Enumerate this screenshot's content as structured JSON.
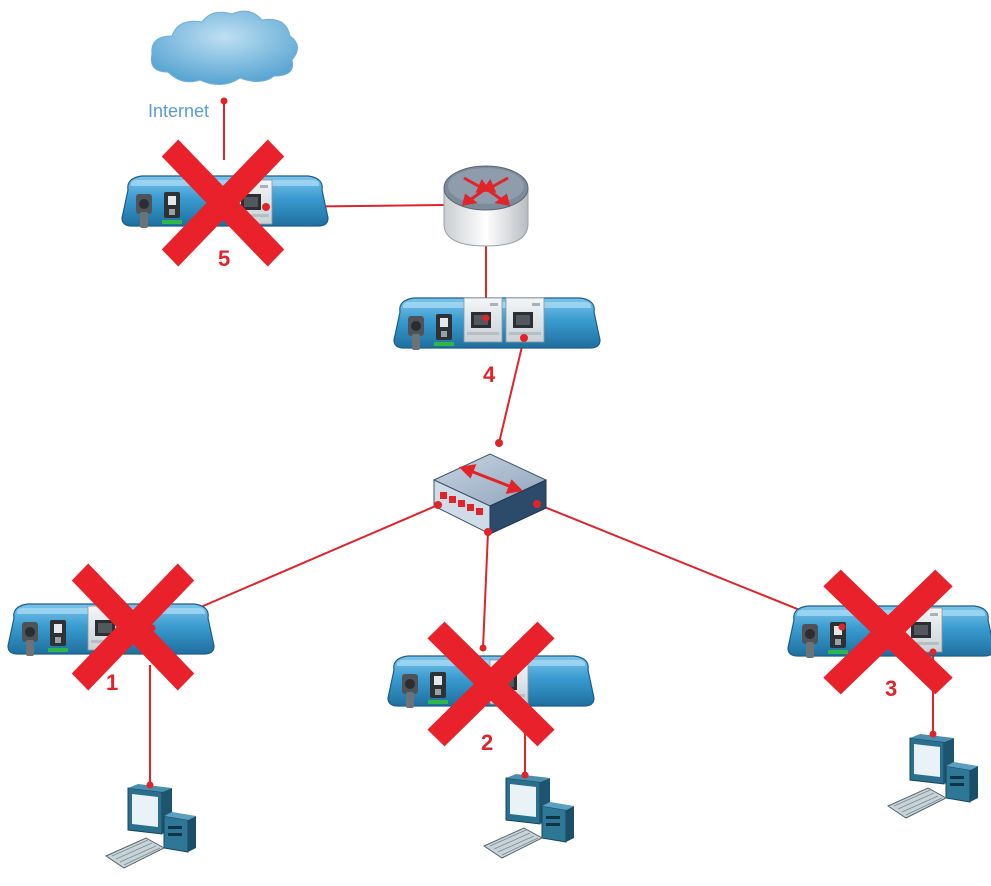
{
  "internet_label": "Internet",
  "devices": [
    {
      "id": "5",
      "label": "5",
      "disabled": true
    },
    {
      "id": "4",
      "label": "4",
      "disabled": false
    },
    {
      "id": "1",
      "label": "1",
      "disabled": true
    },
    {
      "id": "2",
      "label": "2",
      "disabled": true
    },
    {
      "id": "3",
      "label": "3",
      "disabled": true
    }
  ],
  "colors": {
    "link": "#e0242a",
    "cross": "#e8212a",
    "device_body": "#3a9bd0",
    "cloud": "#5aa8d6"
  }
}
